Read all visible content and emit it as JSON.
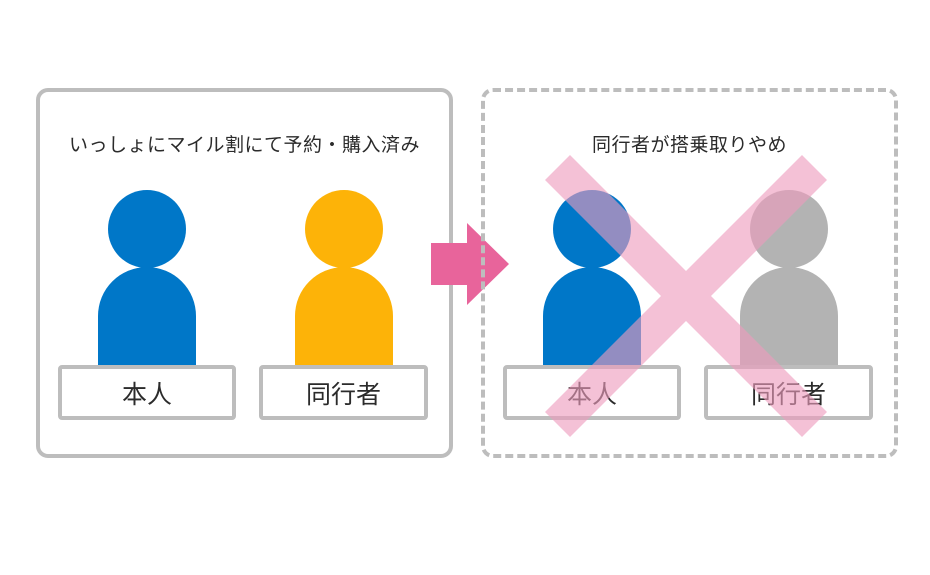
{
  "colors": {
    "self": "#0077c8",
    "companion_booked": "#fdb308",
    "companion_cancelled": "#b3b3b3",
    "arrow": "#e8649b",
    "cross": "#f2a9c6",
    "border": "#bdbdbd"
  },
  "left_panel": {
    "title": "いっしょにマイル割にて予約・購入済み",
    "people": [
      {
        "label": "本人",
        "color": "#0077c8"
      },
      {
        "label": "同行者",
        "color": "#fdb308"
      }
    ]
  },
  "arrow": {
    "icon": "right-arrow-icon"
  },
  "right_panel": {
    "title": "同行者が搭乗取りやめ",
    "people": [
      {
        "label": "本人",
        "color": "#0077c8"
      },
      {
        "label": "同行者",
        "color": "#b3b3b3"
      }
    ],
    "overlay_icon": "cross-x-icon"
  }
}
